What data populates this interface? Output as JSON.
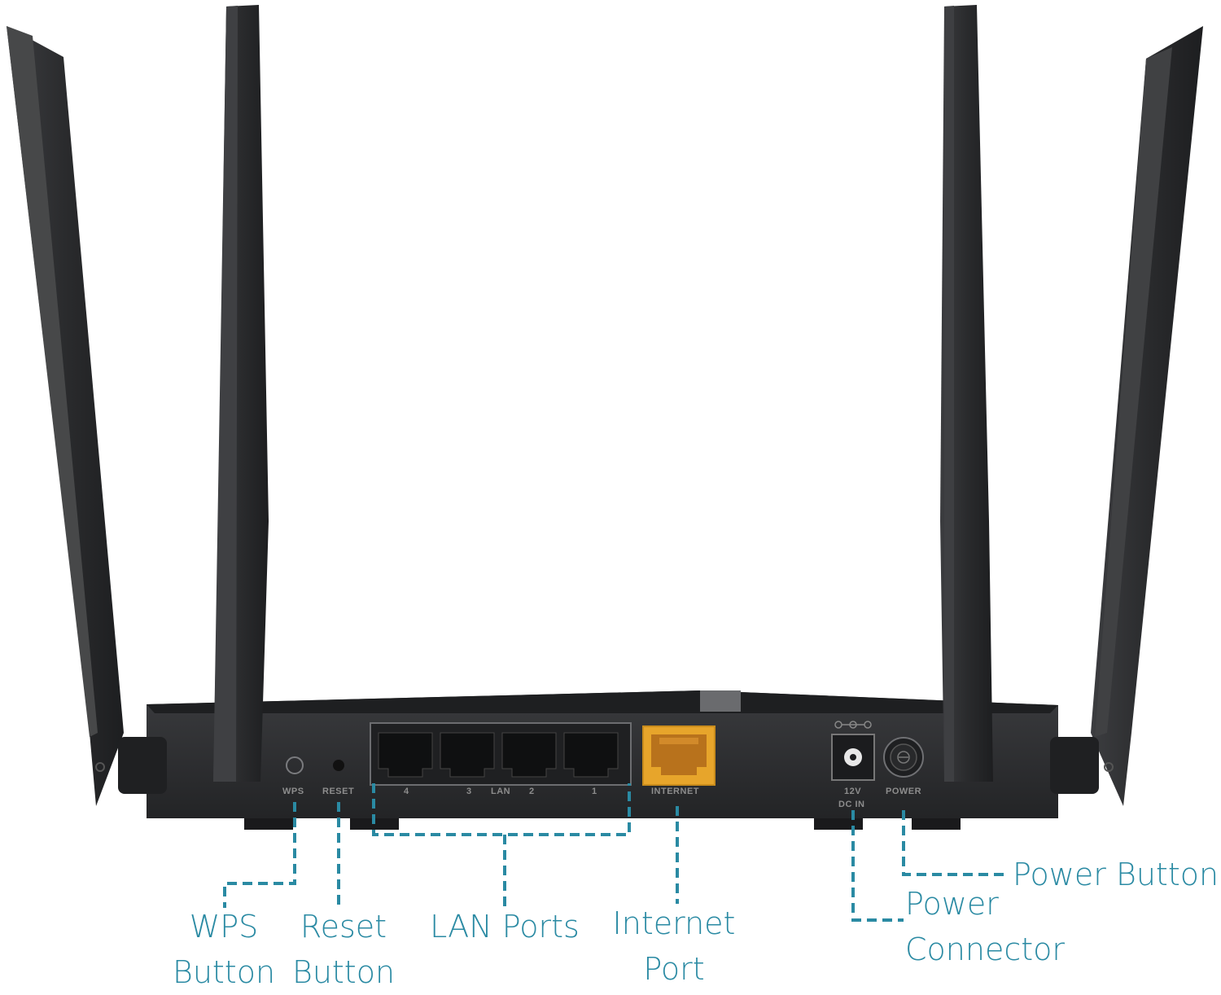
{
  "panel": {
    "wps": "WPS",
    "reset": "RESET",
    "lan_4": "4",
    "lan_3": "3",
    "lan": "LAN",
    "lan_2": "2",
    "lan_1": "1",
    "internet": "INTERNET",
    "dc_12v": "12V",
    "dc_in": "DC IN",
    "power": "POWER"
  },
  "callouts": {
    "wps_line1": "WPS",
    "wps_line2": "Button",
    "reset_line1": "Reset",
    "reset_line2": "Button",
    "lan": "LAN Ports",
    "internet_line1": "Internet",
    "internet_line2": "Port",
    "power_connector_line1": "Power",
    "power_connector_line2": "Connector",
    "power_button": "Power Button"
  },
  "colors": {
    "callout": "#2a8aa3",
    "body": "#2b2c2e",
    "internet_port": "#e7a52b"
  },
  "icons": [
    "dc-polarity-icon",
    "power-icon"
  ]
}
